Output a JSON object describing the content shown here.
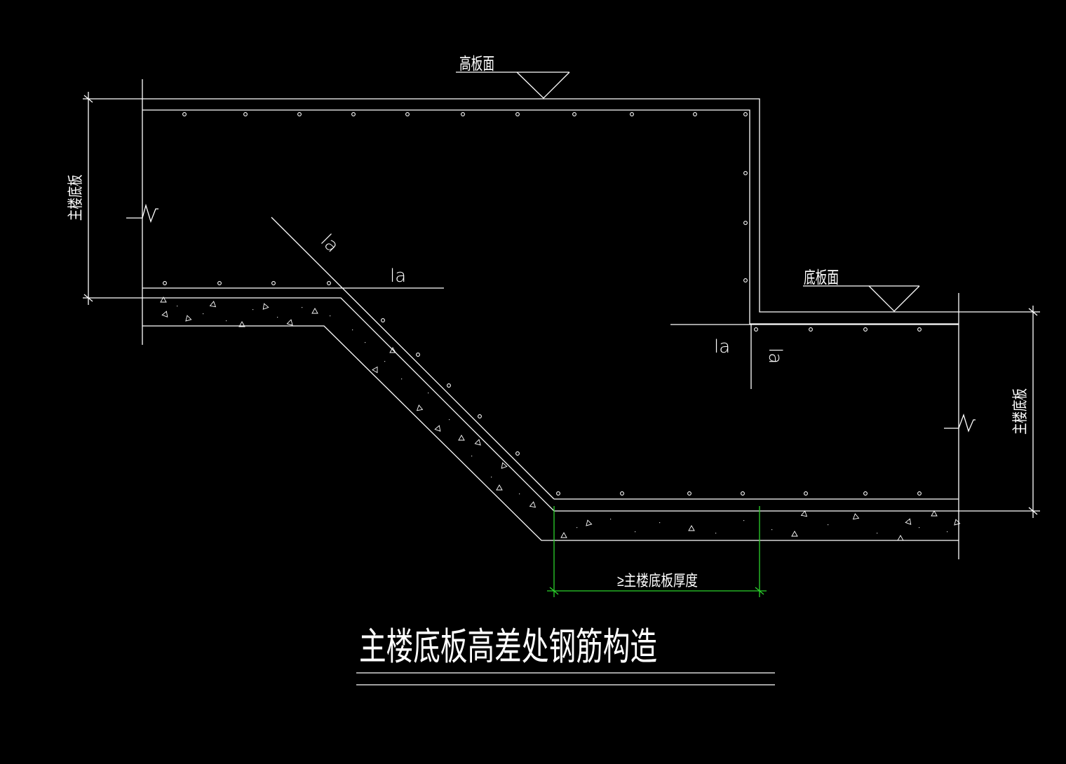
{
  "labels": {
    "top_surface": "高板面",
    "bottom_surface": "底板面",
    "left_slab": "主楼底板",
    "right_slab": "主楼底板",
    "la_diagonal": "la",
    "la_left": "la",
    "la_right_horizontal": "la",
    "la_right_vertical": "la",
    "min_thickness": "≥主楼底板厚度"
  },
  "title": "主楼底板高差处钢筋构造",
  "colors": {
    "background": "#000000",
    "lines": "#ffffff",
    "dimension_green": "#2bd12b"
  }
}
